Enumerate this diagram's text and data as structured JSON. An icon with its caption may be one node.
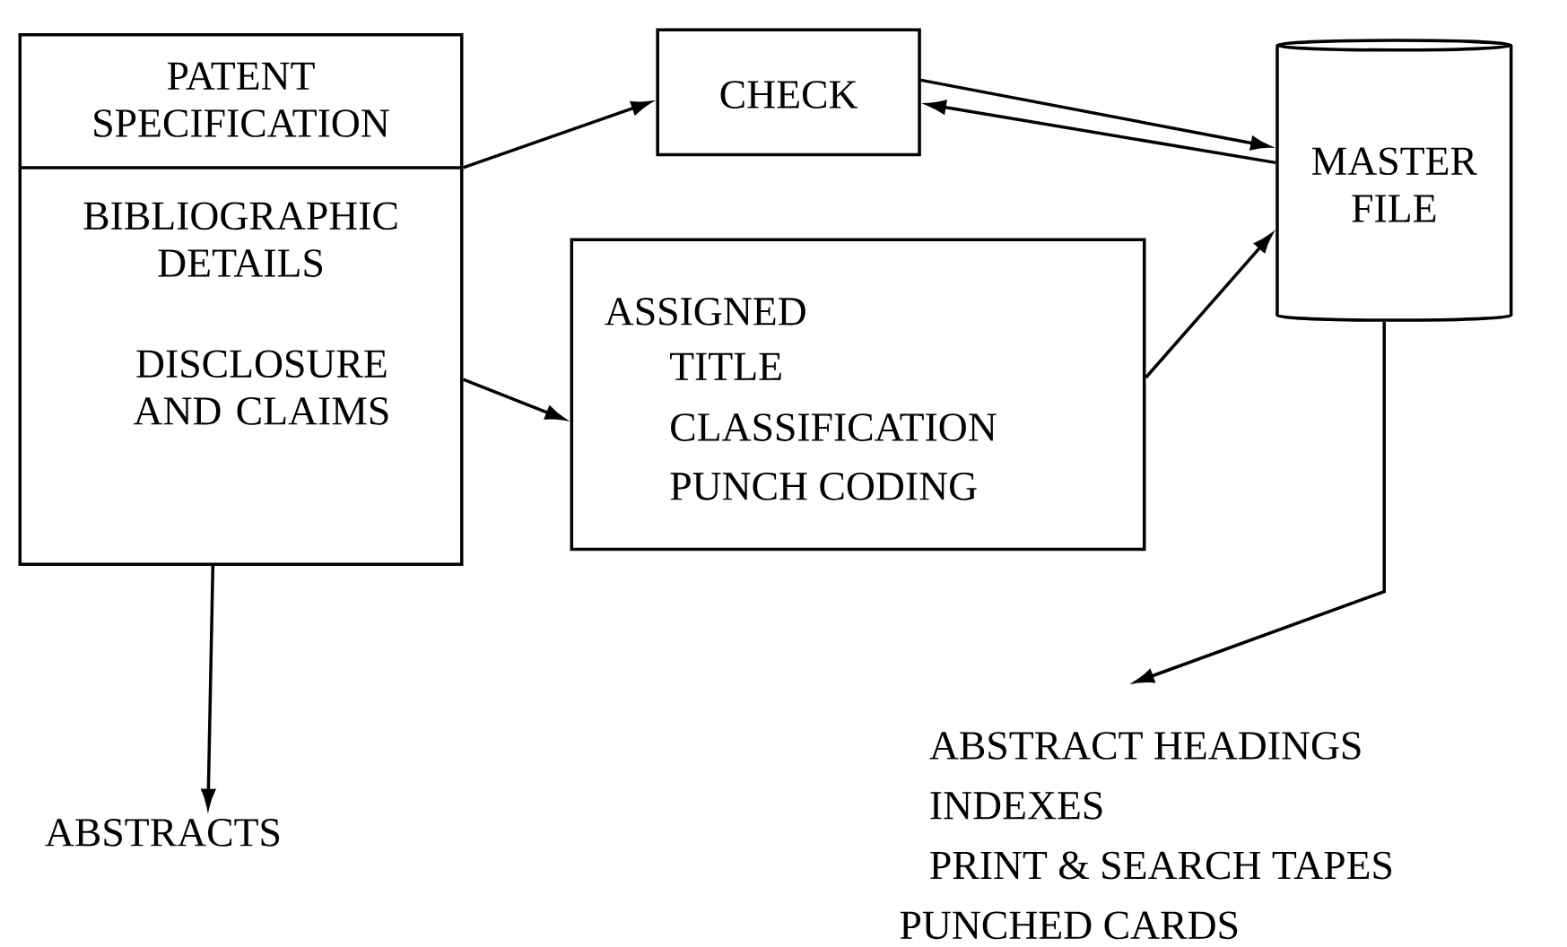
{
  "diagram": {
    "nodes": [
      {
        "text": [
          "PATENT SPECIFICATION",
          "BIBLIOGRAPHIC DETAILS",
          "DISCLOSURE AND CLAIMS"
        ]
      },
      {
        "text": [
          "CHECK"
        ]
      },
      {
        "text": [
          "ASSIGNED",
          "TITLE",
          "CLASSIFICATION",
          "PUNCH CODING"
        ]
      },
      {
        "text": [
          "MASTER FILE"
        ]
      },
      {
        "text": [
          "ABSTRACTS"
        ]
      },
      {
        "text": [
          "ABSTRACT HEADINGS",
          "INDEXES",
          "PRINT & SEARCH TAPES",
          "PUNCHED CARDS"
        ]
      }
    ],
    "edges": [
      {
        "from": 0,
        "to": 1,
        "arrow": "to"
      },
      {
        "from": 1,
        "to": 3,
        "arrow": "to"
      },
      {
        "from": 3,
        "to": 1,
        "arrow": "to"
      },
      {
        "from": 0,
        "to": 2,
        "arrow": "to"
      },
      {
        "from": 2,
        "to": 3,
        "arrow": "to"
      },
      {
        "from": 0,
        "to": 4,
        "arrow": "to"
      },
      {
        "from": 3,
        "to": 5,
        "arrow": "to"
      }
    ]
  }
}
